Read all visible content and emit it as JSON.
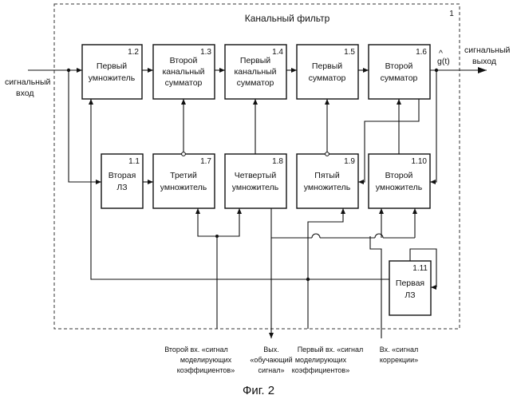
{
  "frame": {
    "title": "Канальный фильтр",
    "number": "1"
  },
  "blocks": [
    {
      "id": "1.2",
      "lines": [
        "Первый",
        "умножитель"
      ]
    },
    {
      "id": "1.3",
      "lines": [
        "Второй",
        "канальный",
        "сумматор"
      ]
    },
    {
      "id": "1.4",
      "lines": [
        "Первый",
        "канальный",
        "сумматор"
      ]
    },
    {
      "id": "1.5",
      "lines": [
        "Первый",
        "сумматор"
      ]
    },
    {
      "id": "1.6",
      "lines": [
        "Второй",
        "сумматор"
      ]
    },
    {
      "id": "1.1",
      "lines": [
        "Вторая",
        "ЛЗ"
      ]
    },
    {
      "id": "1.7",
      "lines": [
        "Третий",
        "умножитель"
      ]
    },
    {
      "id": "1.8",
      "lines": [
        "Четвертый",
        "умножитель"
      ]
    },
    {
      "id": "1.9",
      "lines": [
        "Пятый",
        "умножитель"
      ]
    },
    {
      "id": "1.10",
      "lines": [
        "Второй",
        "умножитель"
      ]
    },
    {
      "id": "1.11",
      "lines": [
        "Первая",
        "ЛЗ"
      ]
    }
  ],
  "io": {
    "input": [
      "сигнальный",
      "вход"
    ],
    "output": [
      "сигнальный",
      "выход"
    ],
    "output_symbol": "g(t)",
    "output_hat": "^",
    "bottom": [
      [
        "Второй вх. «сигнал",
        "моделирующих",
        "коэффициентов»"
      ],
      [
        "Вых.",
        "«обучающий",
        "сигнал»"
      ],
      [
        "Первый вх. «сигнал",
        "моделирующих",
        "коэффициентов»"
      ],
      [
        "Вх. «сигнал",
        "коррекции»"
      ]
    ]
  },
  "caption": "Фиг. 2"
}
